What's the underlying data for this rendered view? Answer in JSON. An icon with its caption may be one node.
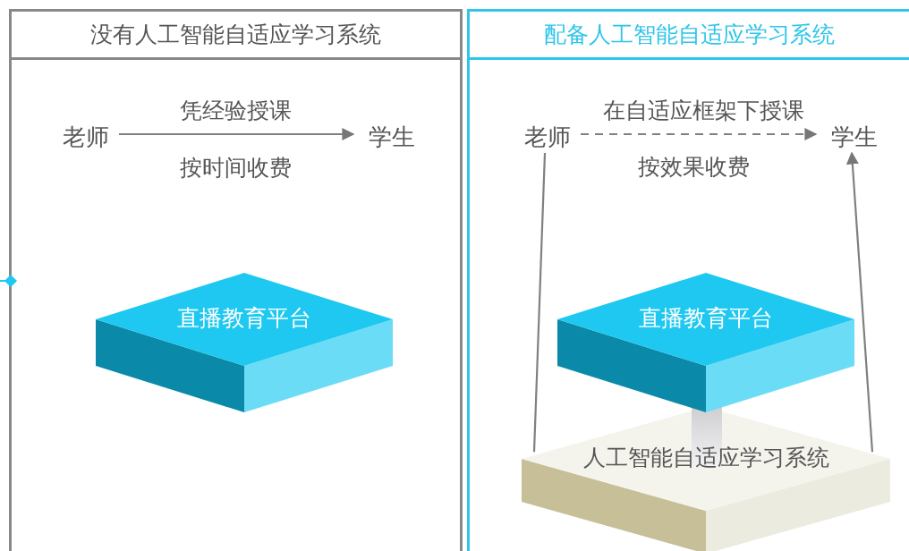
{
  "diagram": {
    "nodes": [
      {
        "text": [
          "没有人工智能自适应学习系统"
        ]
      },
      {
        "text": [
          "老师"
        ],
        "in": 0
      },
      {
        "text": [
          "学生"
        ],
        "in": 0
      },
      {
        "text": [
          "直播教育平台"
        ],
        "in": 0
      },
      {
        "text": [
          "配备人工智能自适应学习系统"
        ]
      },
      {
        "text": [
          "老师"
        ],
        "in": 4
      },
      {
        "text": [
          "学生"
        ],
        "in": 4
      },
      {
        "text": [
          "直播教育平台"
        ],
        "in": 4
      },
      {
        "text": [
          "人工智能自适应学习系统"
        ],
        "in": 4
      }
    ],
    "edges": [
      {
        "from": 1,
        "to": 2,
        "arrow": "to",
        "label": "凭经验授课"
      },
      {
        "from": 5,
        "to": 6,
        "arrow": "to",
        "label": "在自适应框架下授课",
        "style": "dashed"
      },
      {
        "from": 5,
        "to": 8,
        "arrow": "none"
      },
      {
        "from": 8,
        "to": 6,
        "arrow": "to"
      }
    ],
    "labels": [
      "按时间收费",
      "按效果收费"
    ]
  }
}
